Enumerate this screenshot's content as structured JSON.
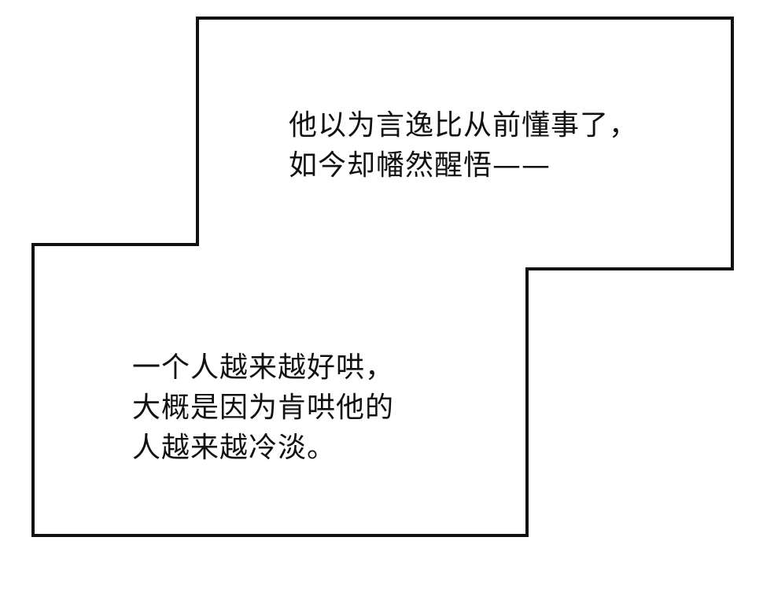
{
  "panel": {
    "border_color": "#111111",
    "background": "#ffffff",
    "caption_top": {
      "lines": [
        "他以为言逸比从前懂事了，",
        "如今却幡然醒悟——"
      ]
    },
    "caption_bottom": {
      "lines": [
        "一个人越来越好哄，",
        "大概是因为肯哄他的",
        "人越来越冷淡。"
      ]
    }
  }
}
